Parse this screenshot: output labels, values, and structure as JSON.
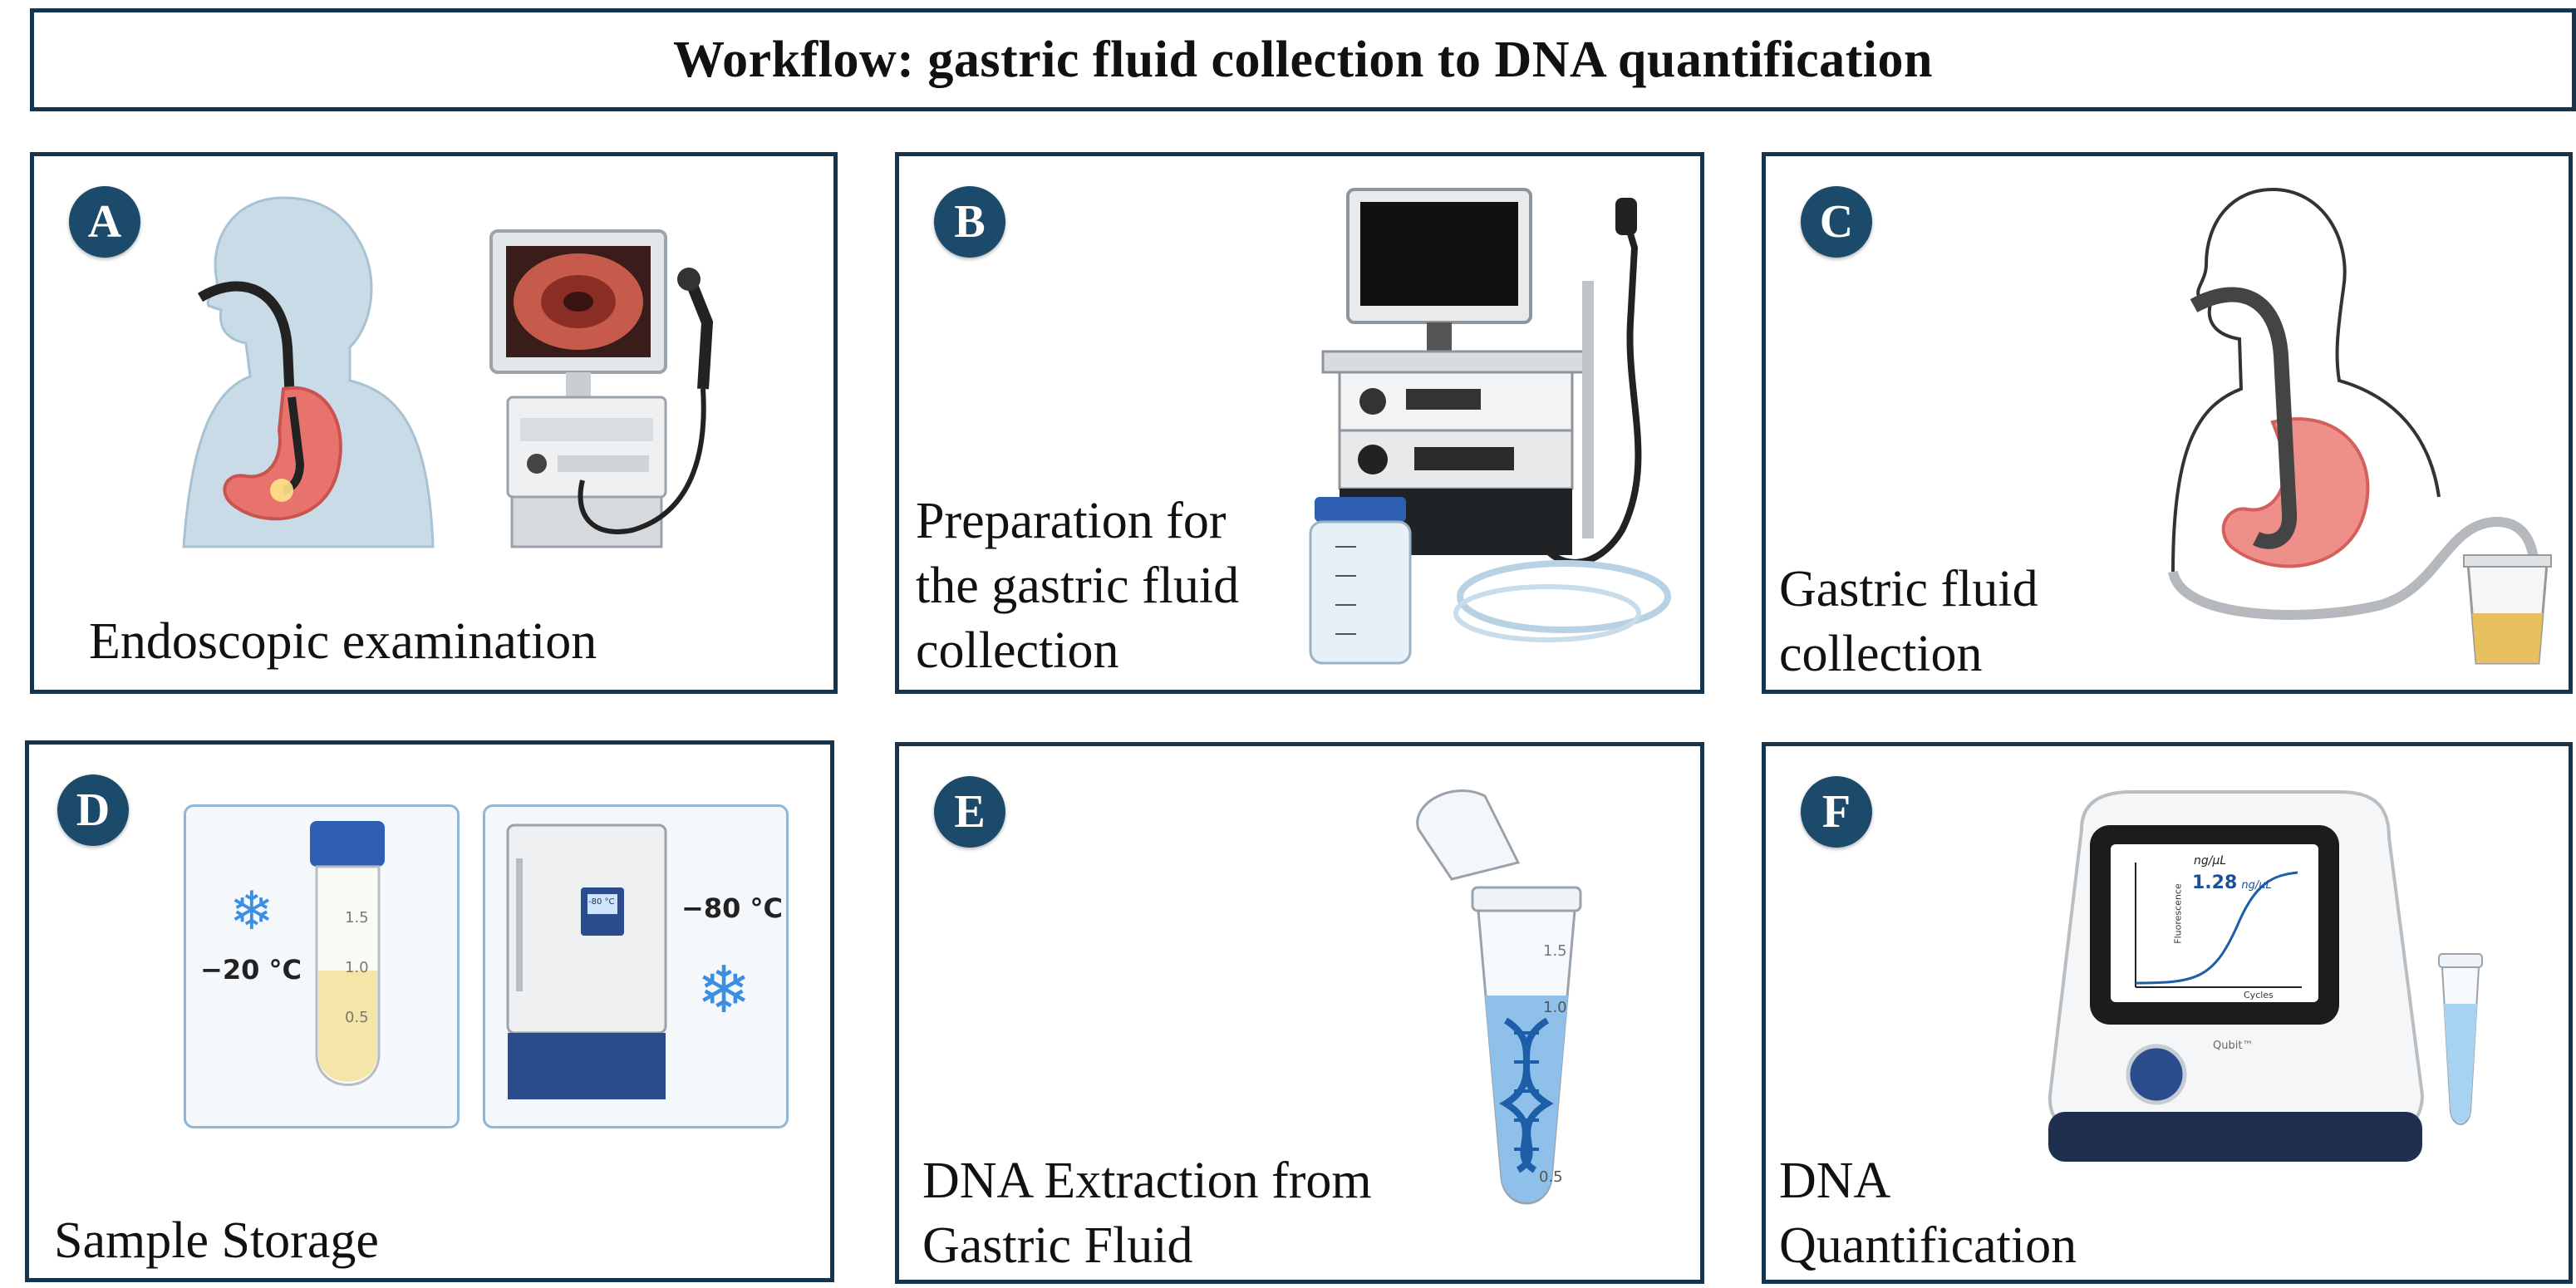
{
  "title": "Workflow: gastric fluid collection to DNA quantification",
  "panels": [
    {
      "letter": "A",
      "caption": "Endoscopic examination",
      "illustration": "endoscope-patient-monitor"
    },
    {
      "letter": "B",
      "caption_lines": [
        "Preparation for",
        "the gastric fluid",
        "collection"
      ],
      "illustration": "endoscopy-tower-bottle-tubing"
    },
    {
      "letter": "C",
      "caption_lines": [
        "Gastric fluid",
        "collection"
      ],
      "illustration": "stomach-tube-collection-cup"
    },
    {
      "letter": "D",
      "caption": "Sample Storage",
      "illustration": "tube-and-freezer",
      "labels": {
        "tube_temp": "−20 °C",
        "freezer_temp": "−80 °C",
        "tube_marks": [
          "1.5",
          "1.0",
          "0.5"
        ],
        "freezer_display": "-80 °C"
      }
    },
    {
      "letter": "E",
      "caption_lines": [
        "DNA Extraction from",
        "Gastric Fluid"
      ],
      "illustration": "microtube-dna",
      "labels": {
        "tube_marks": [
          "1.5",
          "1.0",
          "0.5"
        ]
      }
    },
    {
      "letter": "F",
      "caption_lines": [
        "DNA",
        "Quantification"
      ],
      "illustration": "qubit-fluorometer",
      "labels": {
        "screen_unit": "ng/μL",
        "screen_value": "1.28",
        "screen_value_unit": "ng/μL",
        "y_axis": "Fluorescence",
        "x_axis": "Cycles",
        "brand": "Qubit™"
      }
    }
  ],
  "colors": {
    "frame": "#17344e",
    "badge": "#1b4a6b",
    "stomach": "#e8736d",
    "fluid": "#e8c060",
    "dna": "#1c5fa8",
    "snow": "#3b8ee0"
  }
}
